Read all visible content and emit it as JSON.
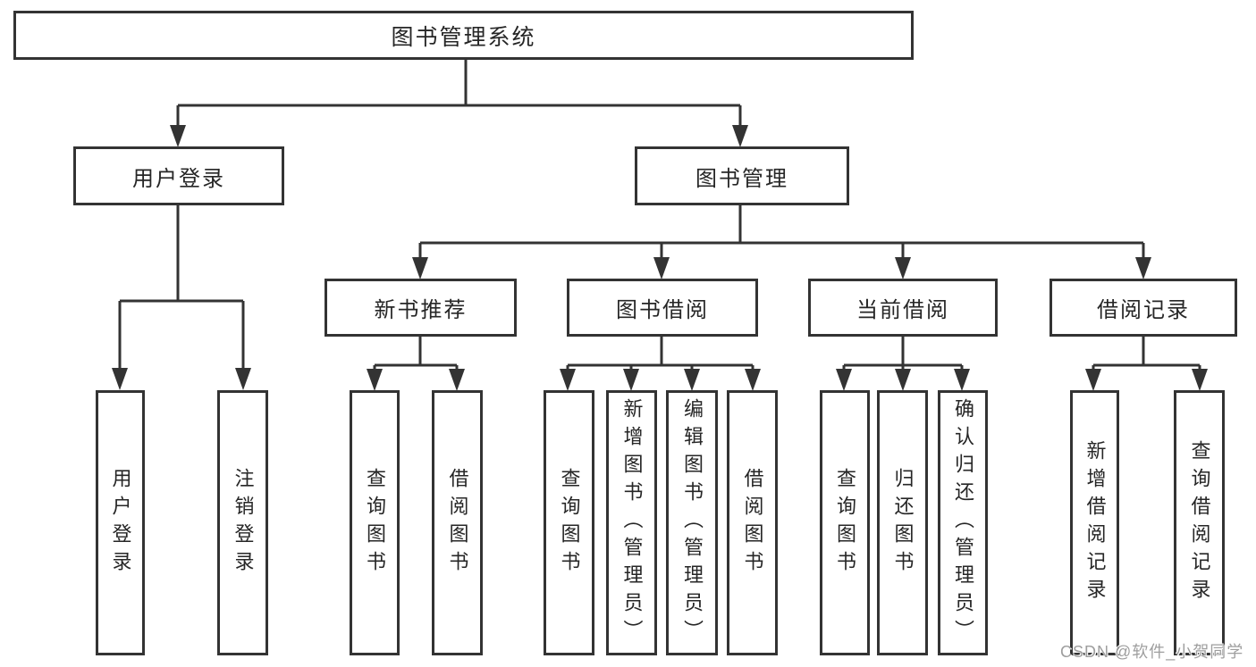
{
  "colors": {
    "line": "#333333",
    "box_border": "#333333",
    "text": "#262626",
    "background": "#ffffff",
    "watermark": "#9e9e9e"
  },
  "tree": {
    "root": {
      "label": "图书管理系统"
    },
    "branches": [
      {
        "label": "用户登录",
        "children": [
          {
            "label": "用户登录"
          },
          {
            "label": "注销登录"
          }
        ]
      },
      {
        "label": "图书管理",
        "sections": [
          {
            "label": "新书推荐",
            "children": [
              {
                "label": "查询图书"
              },
              {
                "label": "借阅图书"
              }
            ]
          },
          {
            "label": "图书借阅",
            "children": [
              {
                "label": "查询图书"
              },
              {
                "label": "新增图书（管理员）"
              },
              {
                "label": "编辑图书（管理员）"
              },
              {
                "label": "借阅图书"
              }
            ]
          },
          {
            "label": "当前借阅",
            "children": [
              {
                "label": "查询图书"
              },
              {
                "label": "归还图书"
              },
              {
                "label": "确认归还（管理员）"
              }
            ]
          },
          {
            "label": "借阅记录",
            "children": [
              {
                "label": "新增借阅记录"
              },
              {
                "label": "查询借阅记录"
              }
            ]
          }
        ]
      }
    ]
  },
  "watermark": {
    "text": "CSDN @软件_小贺同学"
  }
}
